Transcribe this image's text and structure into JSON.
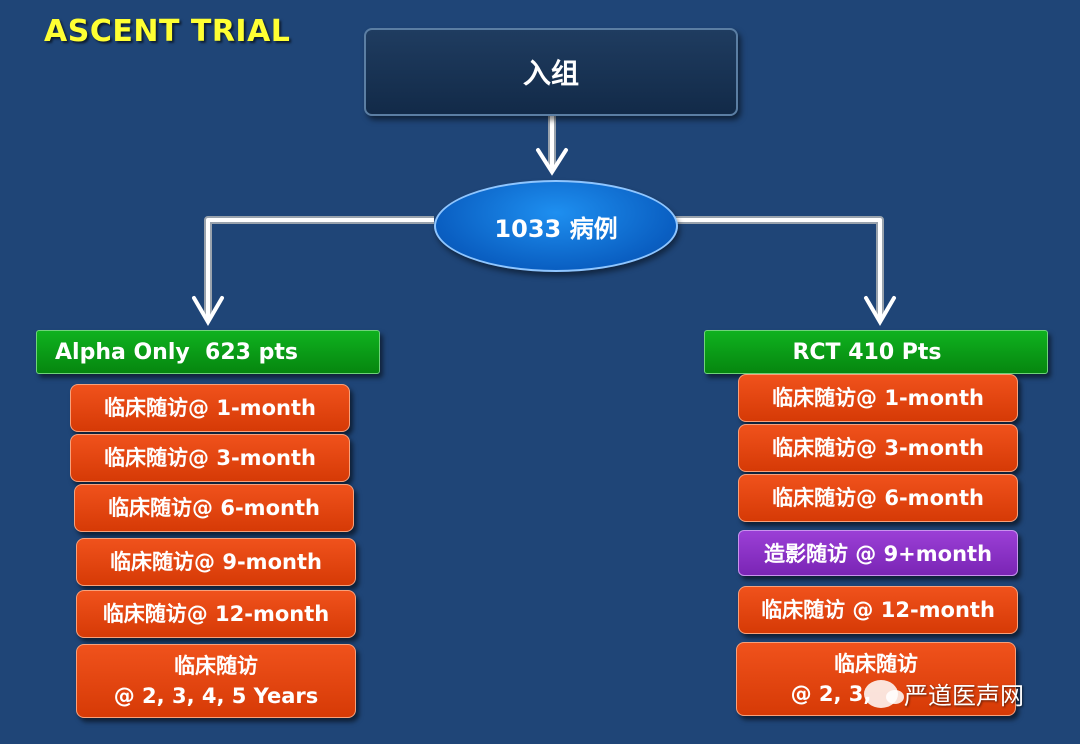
{
  "title": "ASCENT TRIAL",
  "enrollment": "入组",
  "total_cases": "1033 病例",
  "left_arm": {
    "header": "Alpha Only  623 pts",
    "items": [
      "临床随访@ 1-month",
      "临床随访@ 3-month",
      "临床随访@ 6-month",
      "临床随访@ 9-month",
      "临床随访@ 12-month"
    ],
    "last_line1": "临床随访",
    "last_line2": "@ 2, 3, 4, 5 Years"
  },
  "right_arm": {
    "header": "RCT 410 Pts",
    "items": [
      "临床随访@ 1-month",
      "临床随访@ 3-month",
      "临床随访@ 6-month"
    ],
    "angio": "造影随访 @ 9+month",
    "item_12": "临床随访 @ 12-month",
    "last_line1": "临床随访",
    "last_line2": "@ 2, 3,"
  },
  "watermark": "严道医声网",
  "icons": {
    "watermark_logo": "wechat-icon"
  }
}
